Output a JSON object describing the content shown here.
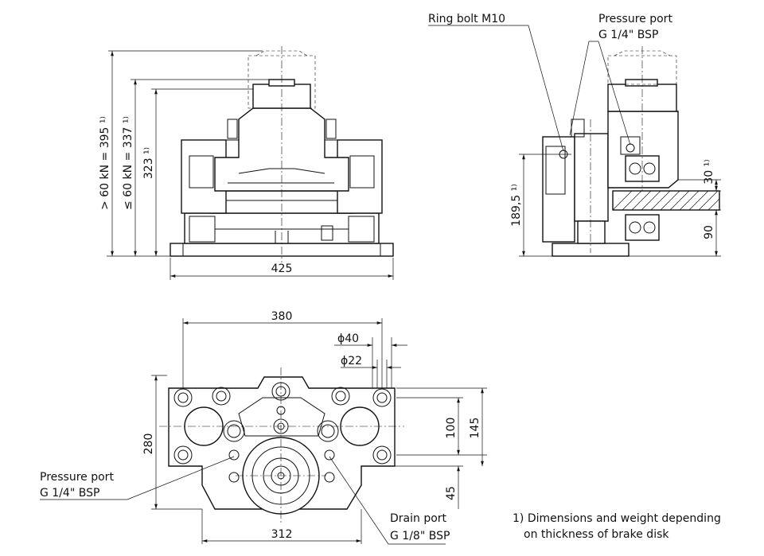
{
  "front_view": {
    "dim_width": "425",
    "dim_h_over60": "> 60 kN = 395 ¹⁾",
    "dim_h_upto60": "≤ 60 kN = 337 ¹⁾",
    "dim_h_body": "323 ¹⁾"
  },
  "side_view": {
    "label_ring_bolt": "Ring bolt M10",
    "label_pressure_port_1": "Pressure port",
    "label_pressure_port_2": "G 1/4\" BSP",
    "dim_height": "189,5 ¹⁾",
    "dim_disk": "30 ¹⁾",
    "dim_90": "90"
  },
  "top_view": {
    "dim_380": "380",
    "dim_d40": "ϕ40",
    "dim_d22": "ϕ22",
    "dim_280": "280",
    "dim_100": "100",
    "dim_145": "145",
    "dim_45": "45",
    "dim_312": "312",
    "label_pressure_port_1": "Pressure port",
    "label_pressure_port_2": "G 1/4\" BSP",
    "label_drain_port_1": "Drain port",
    "label_drain_port_2": "G 1/8\" BSP"
  },
  "footnote": {
    "line1": "1) Dimensions and weight depending",
    "line2": "on thickness of brake disk"
  }
}
